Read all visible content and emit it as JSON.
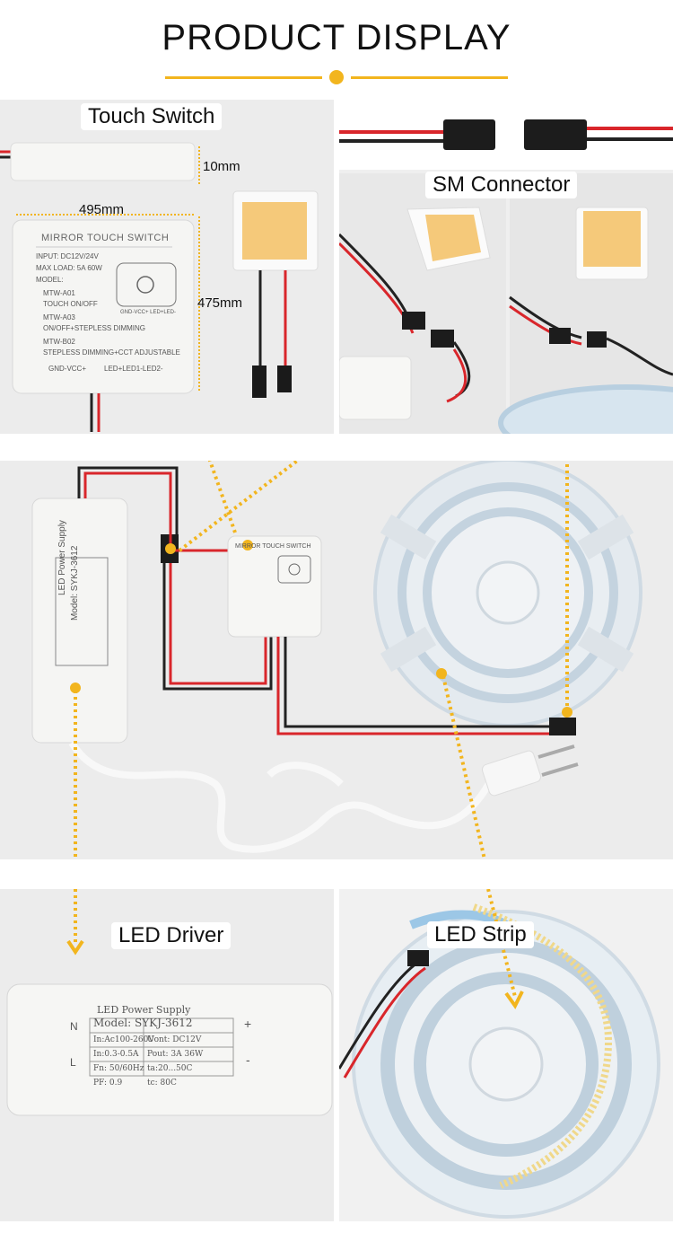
{
  "title": "PRODUCT DISPLAY",
  "labels": {
    "touch_switch": "Touch Switch",
    "sm_connector": "SM Connector",
    "led_driver": "LED Driver",
    "led_strip": "LED Strip"
  },
  "dimensions": {
    "thickness": "10mm",
    "width": "495mm",
    "height": "475mm"
  },
  "touch_switch_box": {
    "title": "MIRROR TOUCH SWITCH",
    "input": "INPUT: DC12V/24V",
    "max_load": "MAX LOAD: 5A 60W",
    "model": "MODEL:",
    "mtw_a01": "MTW-A01",
    "touch_onoff": "TOUCH ON/OFF",
    "mtw_a03": "MTW-A03",
    "dimming": "ON/OFF+STEPLESS DIMMING",
    "mtw_b02": "MTW-B02",
    "cct": "STEPLESS DIMMING+CCT ADJUSTABLE",
    "gnd_vcc": "GND-VCC+",
    "led_pins": "LED+LED1-LED2-",
    "small_pins": "GND-VCC+  LED+LED-"
  },
  "driver_box": {
    "name": "LED Power Supply",
    "model": "Model: SYKJ-3612",
    "in": "In:Ac100-260V",
    "uont": "Uont: DC12V",
    "in_current": "In:0.3-0.5A",
    "pout": "Pout: 3A 36W",
    "fn": "Fn: 50/60Hz",
    "ta": "ta:20...50C",
    "pf": "PF: 0.9",
    "tc": "tc: 80C",
    "n": "N",
    "l": "L",
    "plus": "+",
    "minus": "-"
  },
  "colors": {
    "accent": "#f2b51e",
    "panel_bg": "#ebebeb",
    "wire_red": "#d9262b",
    "wire_black": "#222222"
  }
}
